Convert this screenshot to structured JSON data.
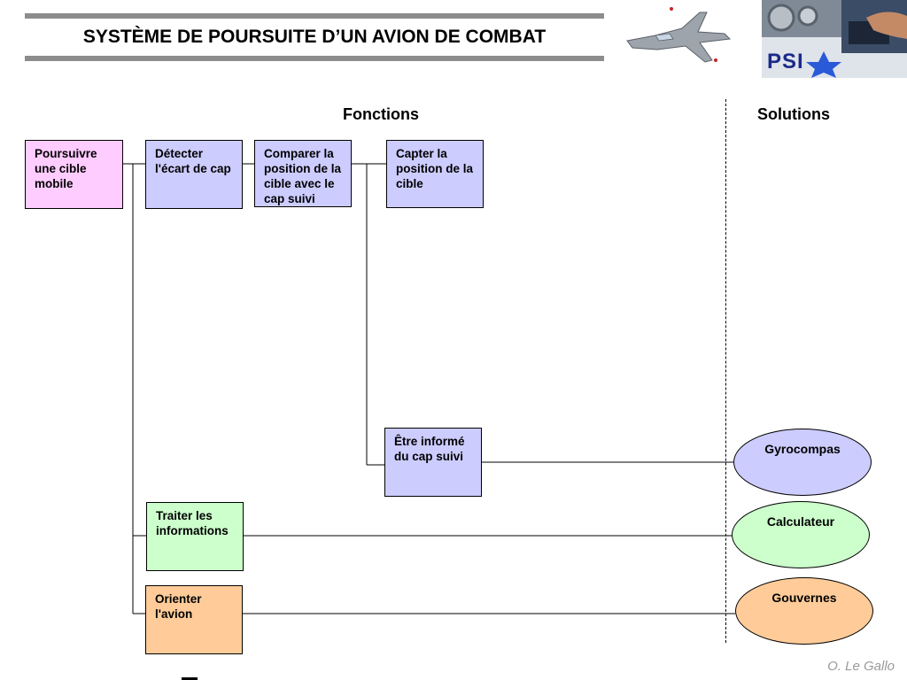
{
  "slide": {
    "title": "SYSTÈME DE POURSUITE D’UN AVION DE COMBAT",
    "logo_text": "PSI",
    "author": "O. Le Gallo"
  },
  "columns": {
    "functions": "Fonctions",
    "solutions": "Solutions"
  },
  "functions": [
    {
      "id": "f0",
      "label": "Poursuivre une cible mobile",
      "color": "#ffccff"
    },
    {
      "id": "f1",
      "label": "Détecter l'écart de cap",
      "color": "#ccccff"
    },
    {
      "id": "f2",
      "label": "Comparer la position de la cible avec le cap suivi",
      "color": "#ccccff"
    },
    {
      "id": "f3",
      "label": "Capter la position de la cible",
      "color": "#ccccff"
    },
    {
      "id": "f4",
      "label": "Être informé du cap suivi",
      "color": "#ccccff"
    },
    {
      "id": "f5",
      "label": "Traiter les informations",
      "color": "#ccffcc"
    },
    {
      "id": "f6",
      "label": "Orienter l'avion",
      "color": "#ffcc99"
    }
  ],
  "solutions": [
    {
      "id": "s0",
      "label": "Gyrocompas",
      "color": "#ccccff",
      "function": "f4"
    },
    {
      "id": "s1",
      "label": "Calculateur",
      "color": "#ccffcc",
      "function": "f5"
    },
    {
      "id": "s2",
      "label": "Gouvernes",
      "color": "#ffcc99",
      "function": "f6"
    }
  ]
}
